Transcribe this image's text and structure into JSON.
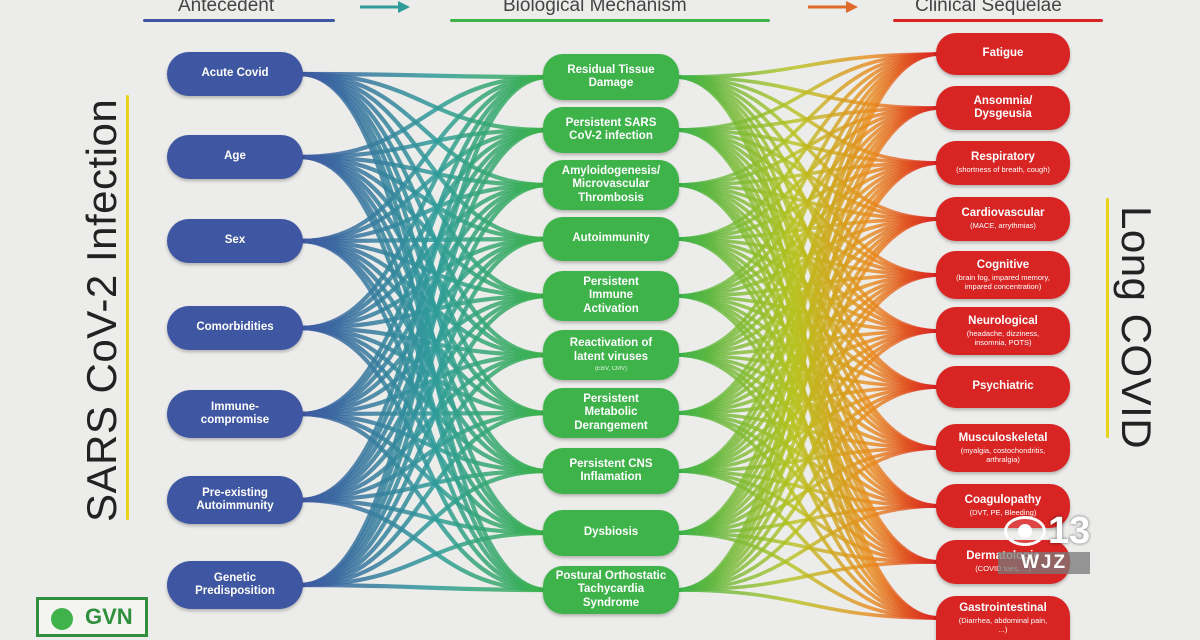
{
  "headers": {
    "antecedent": "Antecedent",
    "mechanism": "Biological Mechanism",
    "sequelae": "Clinical Sequelae"
  },
  "side_labels": {
    "left": "SARS CoV-2 Infection",
    "right": "Long COVID"
  },
  "antecedents": [
    {
      "label": "Acute Covid"
    },
    {
      "label": "Age"
    },
    {
      "label": "Sex"
    },
    {
      "label": "Comorbidities"
    },
    {
      "label": "Immune-\ncompromise"
    },
    {
      "label": "Pre-existing\nAutoimmunity"
    },
    {
      "label": "Genetic\nPredisposition"
    }
  ],
  "mechanisms": [
    {
      "label": "Residual Tissue\nDamage"
    },
    {
      "label": "Persistent SARS\nCoV-2 infection"
    },
    {
      "label": "Amyloidogenesis/\nMicrovascular\nThrombosis"
    },
    {
      "label": "Autoimmunity"
    },
    {
      "label": "Persistent\nImmune\nActivation"
    },
    {
      "label": "Reactivation of\nlatent viruses",
      "sub": "(EBV, CMV)"
    },
    {
      "label": "Persistent\nMetabolic\nDerangement"
    },
    {
      "label": "Persistent CNS\nInflamation"
    },
    {
      "label": "Dysbiosis"
    },
    {
      "label": "Postural Orthostatic\nTachycardia\nSyndrome"
    }
  ],
  "sequelae": [
    {
      "label": "Fatigue"
    },
    {
      "label": "Ansomnia/\nDysgeusia"
    },
    {
      "label": "Respiratory",
      "sub": "(shortness of breath, cough)"
    },
    {
      "label": "Cardiovascular",
      "sub": "(MACE, arrythmias)"
    },
    {
      "label": "Cognitive",
      "sub": "(brain fog, impared memory,\nimpared concentration)"
    },
    {
      "label": "Neurological",
      "sub": "(headache, dizziness,\ninsomnia, POTS)"
    },
    {
      "label": "Psychiatric"
    },
    {
      "label": "Musculoskeletal",
      "sub": "(myalgia, costochondritis,\narthralgia)"
    },
    {
      "label": "Coagulopathy",
      "sub": "(DVT, PE, Bleeding)"
    },
    {
      "label": "Dermatologic",
      "sub": "(COVID toes, ...)"
    },
    {
      "label": "Gastrointestinal",
      "sub": "(Diarrhea, abdominal pain,\n...)"
    }
  ],
  "logo_text": "GVN",
  "station": {
    "channel": "13",
    "call_sign": "WJZ"
  },
  "colors": {
    "blue": "#3f57a3",
    "green": "#3db34a",
    "red": "#d92424",
    "yellow": "#e8d21a"
  }
}
